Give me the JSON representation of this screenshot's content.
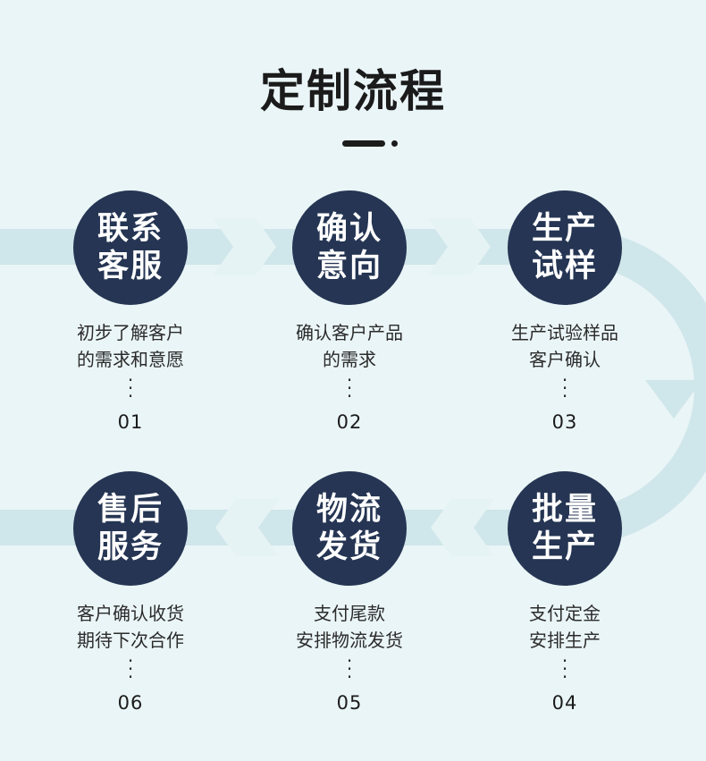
{
  "title": "定制流程",
  "colors": {
    "background": "#eaf5f7",
    "circle": "#253553",
    "band": "#cfe6ea",
    "chevron": "#e6f3f5"
  },
  "steps": [
    {
      "line1": "联系",
      "line2": "客服",
      "desc1": "初步了解客户",
      "desc2": "的需求和意愿",
      "num": "01"
    },
    {
      "line1": "确认",
      "line2": "意向",
      "desc1": "确认客户产品",
      "desc2": "的需求",
      "num": "02"
    },
    {
      "line1": "生产",
      "line2": "试样",
      "desc1": "生产试验样品",
      "desc2": "客户确认",
      "num": "03"
    },
    {
      "line1": "批量",
      "line2": "生产",
      "desc1": "支付定金",
      "desc2": "安排生产",
      "num": "04"
    },
    {
      "line1": "物流",
      "line2": "发货",
      "desc1": "支付尾款",
      "desc2": "安排物流发货",
      "num": "05"
    },
    {
      "line1": "售后",
      "line2": "服务",
      "desc1": "客户确认收货",
      "desc2": "期待下次合作",
      "num": "06"
    }
  ]
}
